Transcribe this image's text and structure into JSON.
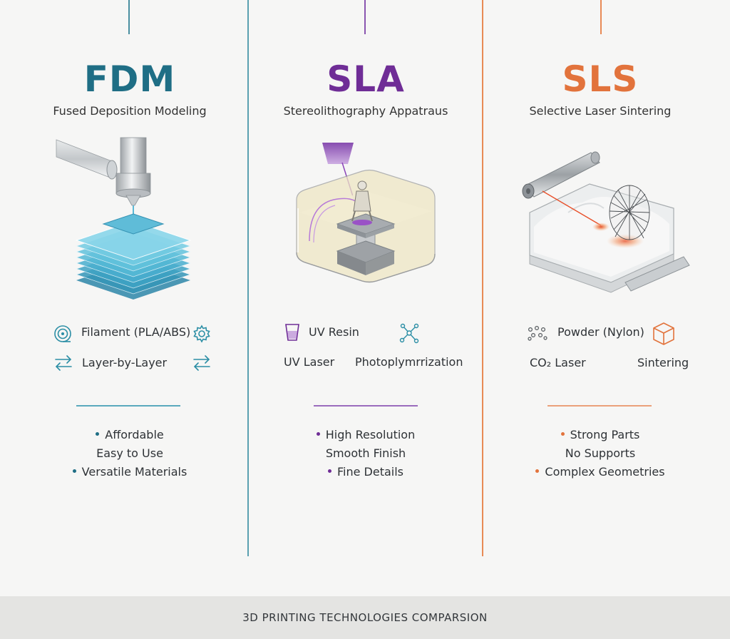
{
  "colors": {
    "fdm": "#1f6e85",
    "sla": "#6f2d96",
    "sls": "#e2733c"
  },
  "columns": [
    {
      "id": "fdm",
      "title": "FDM",
      "subtitle": "Fused Deposition Modeling",
      "features": [
        {
          "label": "Filament (PLA/ABS)",
          "icon": "filament-spool-icon"
        },
        {
          "label": "",
          "icon": "gear-icon"
        },
        {
          "label": "Layer-by-Layer",
          "icon": "swap-arrows-icon"
        },
        {
          "label": "",
          "icon": "swap-arrows-icon"
        }
      ],
      "bullets": [
        {
          "text": "Affordable",
          "dot": true
        },
        {
          "text": "Easy to Use",
          "dot": false
        },
        {
          "text": "Versatile Materials",
          "dot": true
        }
      ]
    },
    {
      "id": "sla",
      "title": "SLA",
      "subtitle": "Stereolithography Appatraus",
      "features": [
        {
          "label": "UV Resin",
          "icon": "resin-cup-icon"
        },
        {
          "label": "",
          "icon": "molecule-icon"
        },
        {
          "label": "UV Laser",
          "icon": ""
        },
        {
          "label": "Photoplymrrization",
          "icon": ""
        }
      ],
      "bullets": [
        {
          "text": "High Resolution",
          "dot": true
        },
        {
          "text": "Smooth Finish",
          "dot": false
        },
        {
          "text": "Fine Details",
          "dot": true
        }
      ]
    },
    {
      "id": "sls",
      "title": "SLS",
      "subtitle": "Selective Laser Sintering",
      "features": [
        {
          "label": "Powder (Nylon)",
          "icon": "powder-dots-icon"
        },
        {
          "label": "",
          "icon": "cube-icon"
        },
        {
          "label": "CO₂ Laser",
          "icon": ""
        },
        {
          "label": "Sintering",
          "icon": ""
        }
      ],
      "bullets": [
        {
          "text": "Strong Parts",
          "dot": true
        },
        {
          "text": "No Supports",
          "dot": false
        },
        {
          "text": "Complex Geometries",
          "dot": true
        }
      ]
    }
  ],
  "footer": {
    "title": "3D PRINTING TECHNOLOGIES COMPARSION"
  }
}
